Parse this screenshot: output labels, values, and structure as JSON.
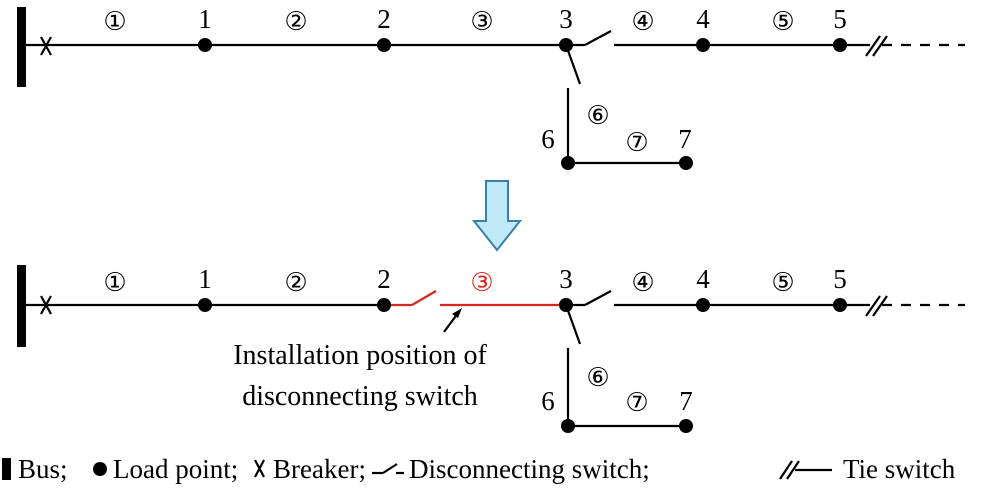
{
  "top": {
    "sections": [
      "①",
      "②",
      "③",
      "④",
      "⑤",
      "⑥",
      "⑦"
    ],
    "nodes": [
      "1",
      "2",
      "3",
      "4",
      "5",
      "6",
      "7"
    ]
  },
  "bottom": {
    "sections": [
      "①",
      "②",
      "③",
      "④",
      "⑤",
      "⑥",
      "⑦"
    ],
    "nodes": [
      "1",
      "2",
      "3",
      "4",
      "5",
      "6",
      "7"
    ],
    "annotation_line1": "Installation position of",
    "annotation_line2": "disconnecting switch"
  },
  "legend": {
    "bus": "Bus;",
    "load_point": "Load point;",
    "breaker": "Breaker;",
    "disconnecting_switch": "Disconnecting switch;",
    "tie_switch": "Tie switch"
  },
  "colors": {
    "highlight": "#d6281f",
    "arrow_fill": "#bfe9f7",
    "arrow_stroke": "#3a7fa8"
  }
}
